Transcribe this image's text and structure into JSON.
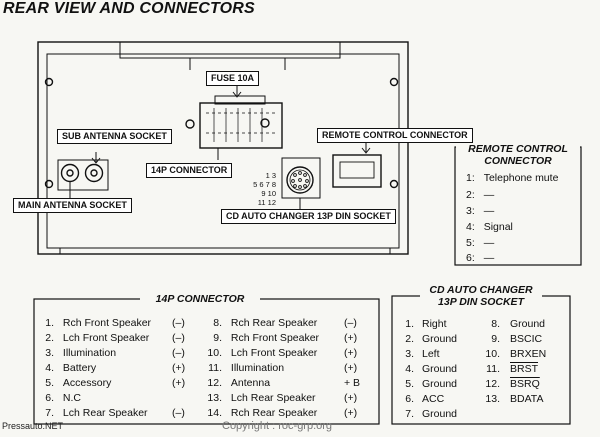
{
  "title": "REAR VIEW AND CONNECTORS",
  "labels": {
    "fuse": "FUSE 10A",
    "sub_antenna": "SUB ANTENNA SOCKET",
    "p14_connector": "14P CONNECTOR",
    "remote_control": "REMOTE CONTROL CONNECTOR",
    "main_antenna": "MAIN ANTENNA SOCKET",
    "cd_changer": "CD AUTO CHANGER 13P DIN SOCKET"
  },
  "pin_numbers": [
    "1 3",
    "5 6 7 8",
    "9 10",
    "11 12"
  ],
  "remote_panel": {
    "title_line1": "REMOTE CONTROL",
    "title_line2": "CONNECTOR",
    "rows": [
      {
        "num": "1:",
        "label": "Telephone mute"
      },
      {
        "num": "2:",
        "label": "—"
      },
      {
        "num": "3:",
        "label": "—"
      },
      {
        "num": "4:",
        "label": "Signal"
      },
      {
        "num": "5:",
        "label": "—"
      },
      {
        "num": "6:",
        "label": "—"
      }
    ]
  },
  "p14_panel": {
    "title": "14P CONNECTOR",
    "left": [
      {
        "num": "1.",
        "label": "Rch Front Speaker",
        "polarity": "(–)"
      },
      {
        "num": "2.",
        "label": "Lch Front Speaker",
        "polarity": "(–)"
      },
      {
        "num": "3.",
        "label": "Illumination",
        "polarity": "(–)"
      },
      {
        "num": "4.",
        "label": "Battery",
        "polarity": "(+)"
      },
      {
        "num": "5.",
        "label": "Accessory",
        "polarity": "(+)"
      },
      {
        "num": "6.",
        "label": "N.C",
        "polarity": ""
      },
      {
        "num": "7.",
        "label": "Lch Rear Speaker",
        "polarity": "(–)"
      }
    ],
    "right": [
      {
        "num": "8.",
        "label": "Rch Rear Speaker",
        "polarity": "(–)"
      },
      {
        "num": "9.",
        "label": "Rch Front Speaker",
        "polarity": "(+)"
      },
      {
        "num": "10.",
        "label": "Lch Front Speaker",
        "polarity": "(+)"
      },
      {
        "num": "11.",
        "label": "Illumination",
        "polarity": "(+)"
      },
      {
        "num": "12.",
        "label": "Antenna",
        "polarity": "+ B"
      },
      {
        "num": "13.",
        "label": "Lch Rear Speaker",
        "polarity": "(+)"
      },
      {
        "num": "14.",
        "label": "Rch Rear Speaker",
        "polarity": "(+)"
      }
    ]
  },
  "cd_panel": {
    "title_line1": "CD AUTO CHANGER",
    "title_line2": "13P DIN SOCKET",
    "left": [
      {
        "num": "1.",
        "label": "Right"
      },
      {
        "num": "2.",
        "label": "Ground"
      },
      {
        "num": "3.",
        "label": "Left"
      },
      {
        "num": "4.",
        "label": "Ground"
      },
      {
        "num": "5.",
        "label": "Ground"
      },
      {
        "num": "6.",
        "label": "ACC"
      },
      {
        "num": "7.",
        "label": "Ground"
      }
    ],
    "right": [
      {
        "num": "8.",
        "label": "Ground",
        "overline": false
      },
      {
        "num": "9.",
        "label": "BSCIC",
        "overline": false
      },
      {
        "num": "10.",
        "label": "BRXEN",
        "overline": false
      },
      {
        "num": "11.",
        "label": "BRST",
        "overline": true
      },
      {
        "num": "12.",
        "label": "BSRQ",
        "overline": true
      },
      {
        "num": "13.",
        "label": "BDATA",
        "overline": false
      }
    ]
  },
  "footer": {
    "site": "Pressauto.NET",
    "copyright": "Copyright : roc-grp.org"
  }
}
